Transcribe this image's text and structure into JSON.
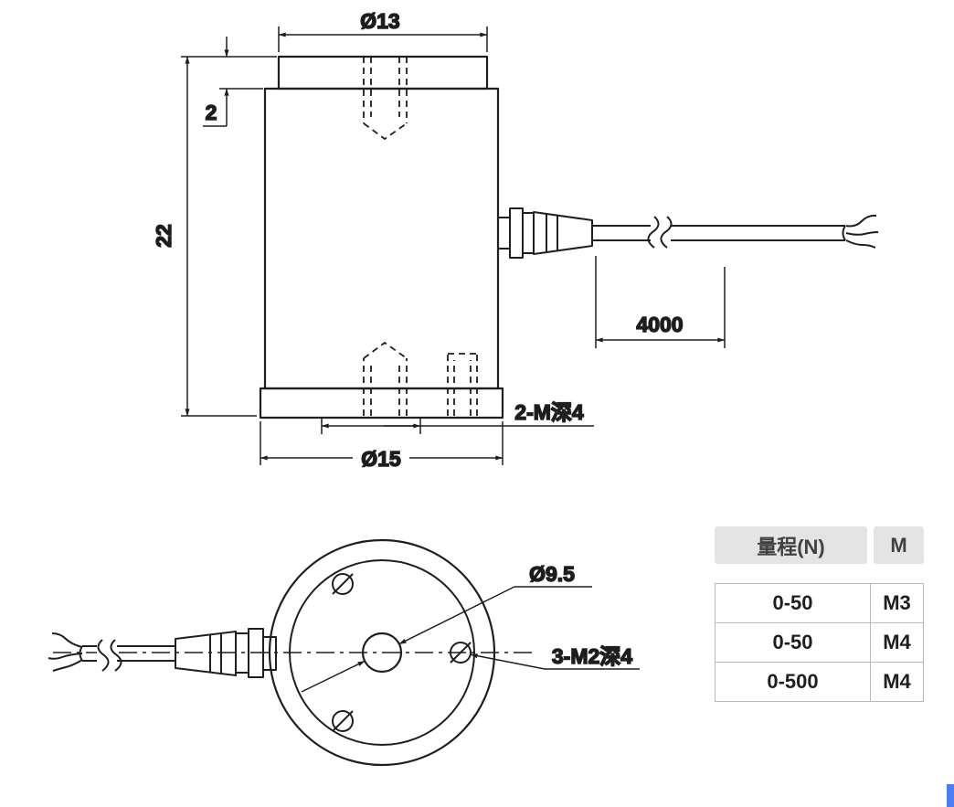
{
  "drawing": {
    "labels": {
      "dia13": "Ø13",
      "thickness2": "2",
      "height22": "22",
      "cable4000": "4000",
      "thread2m": "2-M深4",
      "dia15": "Ø15",
      "dia95": "Ø9.5",
      "thread3m2": "3-M2深4"
    }
  },
  "table": {
    "headers": [
      "量程(N)",
      "M"
    ],
    "rows": [
      [
        "0-50",
        "M3"
      ],
      [
        "0-50",
        "M4"
      ],
      [
        "0-500",
        "M4"
      ]
    ]
  },
  "colors": {
    "line": "#1f1f1f",
    "table_header_bg": "#e4e4e4",
    "accent_corner": "#4d7df2"
  }
}
